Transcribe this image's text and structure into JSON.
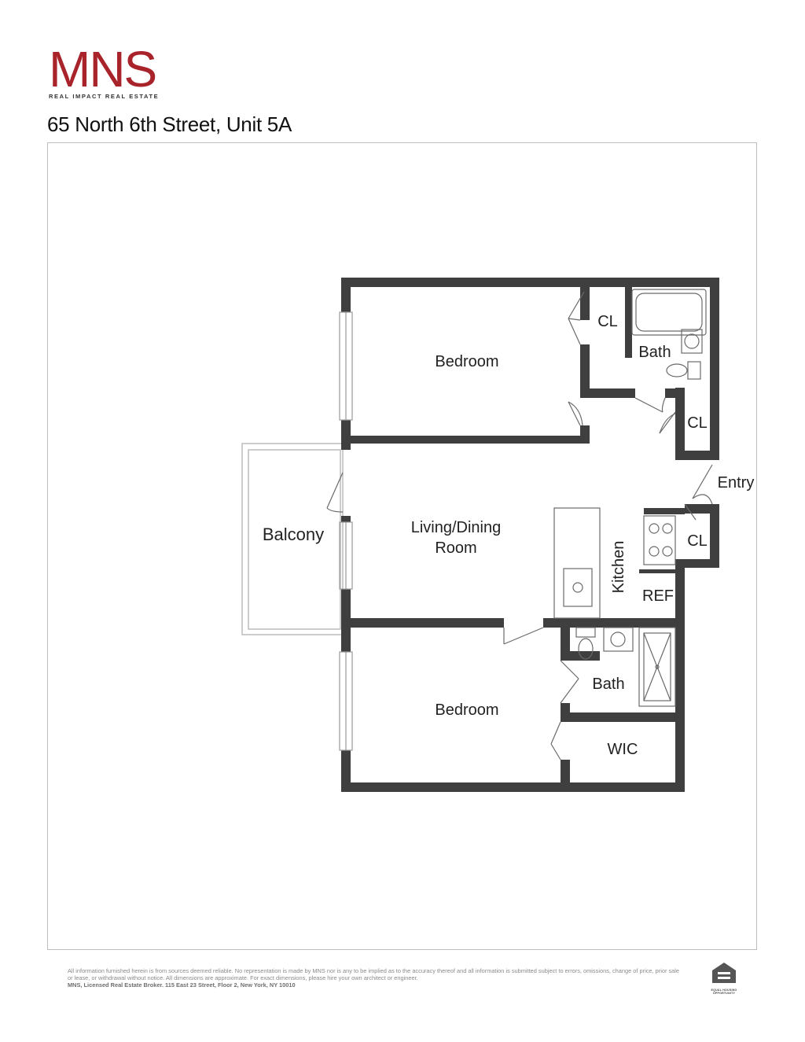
{
  "brand": {
    "logo": "MNS",
    "tagline": "REAL IMPACT REAL ESTATE",
    "color": "#a8232a"
  },
  "listing": {
    "address": "65 North 6th Street, Unit 5A"
  },
  "floorplan": {
    "rooms": {
      "bedroom_top": "Bedroom",
      "closet_bedroom_top": "CL",
      "bath_top": "Bath",
      "closet_hall": "CL",
      "entry": "Entry",
      "balcony": "Balcony",
      "living_line1": "Living/Dining",
      "living_line2": "Room",
      "kitchen": "Kitchen",
      "closet_entry": "CL",
      "ref": "REF",
      "bath_bottom": "Bath",
      "bedroom_bottom": "Bedroom",
      "wic": "WIC"
    }
  },
  "footer": {
    "disclaimer": "All information furnished herein is from sources deemed reliable. No representation is made by MNS nor is any to be implied as to the accuracy thereof and all information is submitted subject to errors, omissions, change of price, prior sale or lease, or withdrawal without notice. All dimensions are approximate. For exact dimensions, please hire your own architect or engineer.",
    "broker": "MNS, Licensed Real Estate Broker. 115 East 23 Street, Floor 2, New York, NY 10010",
    "equal_housing_line1": "EQUAL HOUSING",
    "equal_housing_line2": "OPPORTUNITY"
  }
}
